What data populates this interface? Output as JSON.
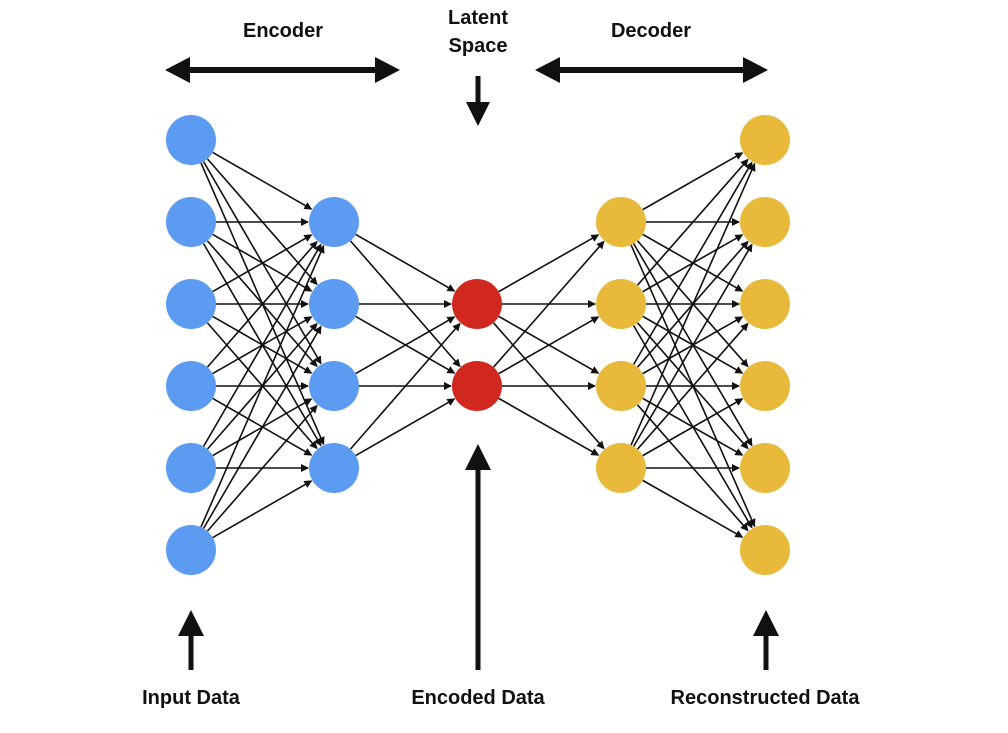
{
  "title_labels": {
    "encoder": "Encoder",
    "latent_line1": "Latent",
    "latent_line2": "Space",
    "decoder": "Decoder"
  },
  "bottom_labels": {
    "input": "Input Data",
    "encoded": "Encoded Data",
    "reconstructed": "Reconstructed Data"
  },
  "colors": {
    "encoder_node": "#5b9cf2",
    "latent_node": "#d0271f",
    "decoder_node": "#e8b93a",
    "edge": "#111111"
  },
  "layers": [
    {
      "name": "input",
      "nodes": 6,
      "color_key": "encoder_node"
    },
    {
      "name": "encoder-hidden",
      "nodes": 4,
      "color_key": "encoder_node"
    },
    {
      "name": "latent",
      "nodes": 2,
      "color_key": "latent_node"
    },
    {
      "name": "decoder-hidden",
      "nodes": 4,
      "color_key": "decoder_node"
    },
    {
      "name": "output",
      "nodes": 6,
      "color_key": "decoder_node"
    }
  ],
  "connectivity": "fully-connected"
}
